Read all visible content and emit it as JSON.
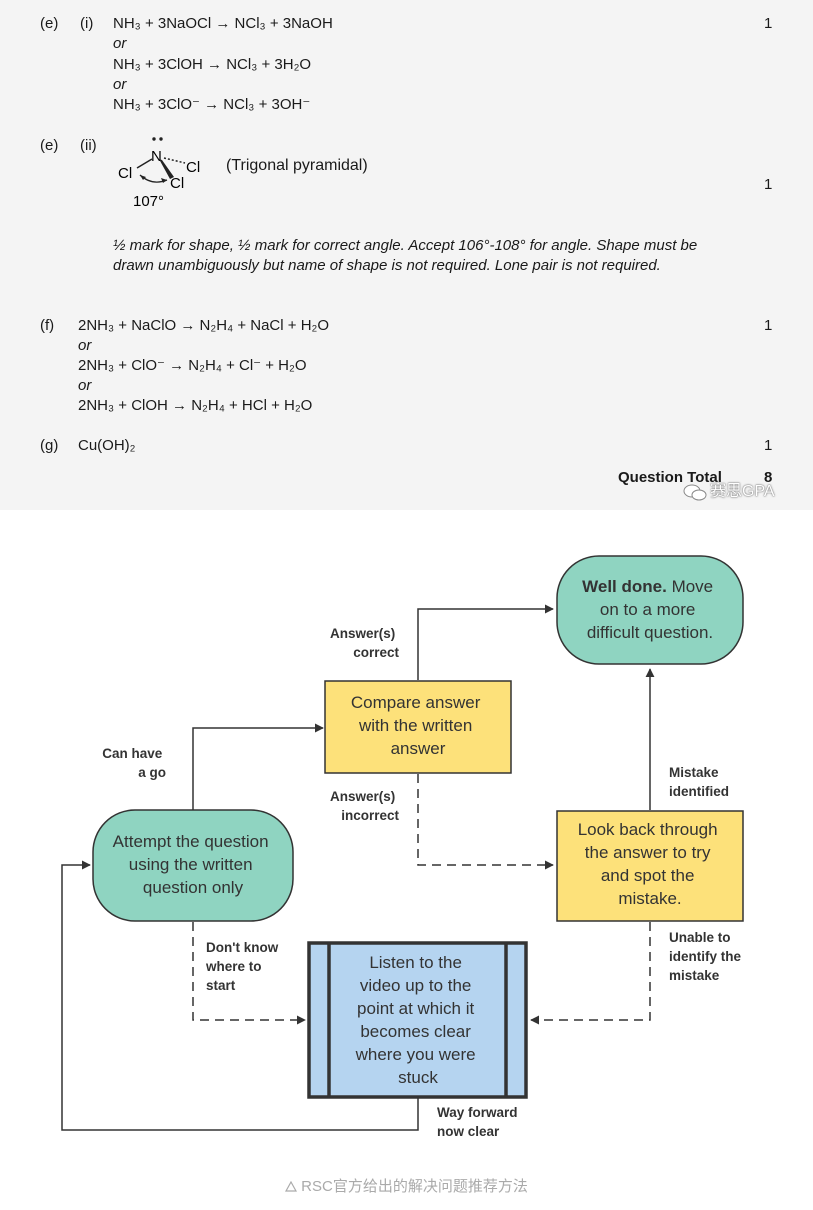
{
  "mark_scheme": {
    "e_i": {
      "part": "(e)",
      "sub": "(i)",
      "lines": [
        "NH₃ + 3NaOCl → NCl₃ + 3NaOH",
        "or",
        "NH₃ + 3ClOH → NCl₃ + 3H₂O",
        "or",
        "NH₃ + 3ClO⁻ → NCl₃ + 3OH⁻"
      ],
      "mark": "1"
    },
    "e_ii": {
      "part": "(e)",
      "sub": "(ii)",
      "atom_n": "N",
      "atom_cl": "Cl",
      "angle": "107°",
      "shape": "(Trigonal pyramidal)",
      "mark": "1",
      "note": "½ mark for shape, ½ mark for correct angle. Accept 106°-108° for angle. Shape must be drawn unambiguously but name of shape is not required. Lone pair is not required."
    },
    "f": {
      "part": "(f)",
      "lines": [
        "2NH₃ + NaClO → N₂H₄ + NaCl + H₂O",
        "or",
        "2NH₃ + ClO⁻ → N₂H₄ + Cl⁻ + H₂O",
        "or",
        "2NH₃ + ClOH → N₂H₄ + HCl + H₂O"
      ],
      "mark": "1"
    },
    "g": {
      "part": "(g)",
      "answer": "Cu(OH)₂",
      "mark": "1"
    },
    "total_label": "Question Total",
    "total": "8",
    "watermark": "赛思GPA"
  },
  "flowchart": {
    "well_done_bold": "Well done.",
    "well_done_rest": [
      "Move",
      "on to a more",
      "difficult question."
    ],
    "compare": [
      "Compare answer",
      "with the written",
      "answer"
    ],
    "attempt": [
      "Attempt the question",
      "using the written",
      "question only"
    ],
    "look_back": [
      "Look back through",
      "the answer to try",
      "and spot the",
      "mistake."
    ],
    "listen": [
      "Listen to the",
      "video up to the",
      "point at which it",
      "becomes clear",
      "where you were",
      "stuck"
    ],
    "labels": {
      "correct": [
        "Answer(s)",
        "correct"
      ],
      "can_have_go": [
        "Can have",
        "a go"
      ],
      "incorrect": [
        "Answer(s)",
        "incorrect"
      ],
      "mistake_identified": [
        "Mistake",
        "identified"
      ],
      "dont_know": [
        "Don't know",
        "where to",
        "start"
      ],
      "unable": [
        "Unable to",
        "identify the",
        "mistake"
      ],
      "way_forward": [
        "Way forward",
        "now clear"
      ]
    },
    "colors": {
      "teal": "#8fd4c1",
      "yellow": "#fde17a",
      "blue": "#b5d4f0"
    }
  },
  "caption": "RSC官方给出的解决问题推荐方法"
}
